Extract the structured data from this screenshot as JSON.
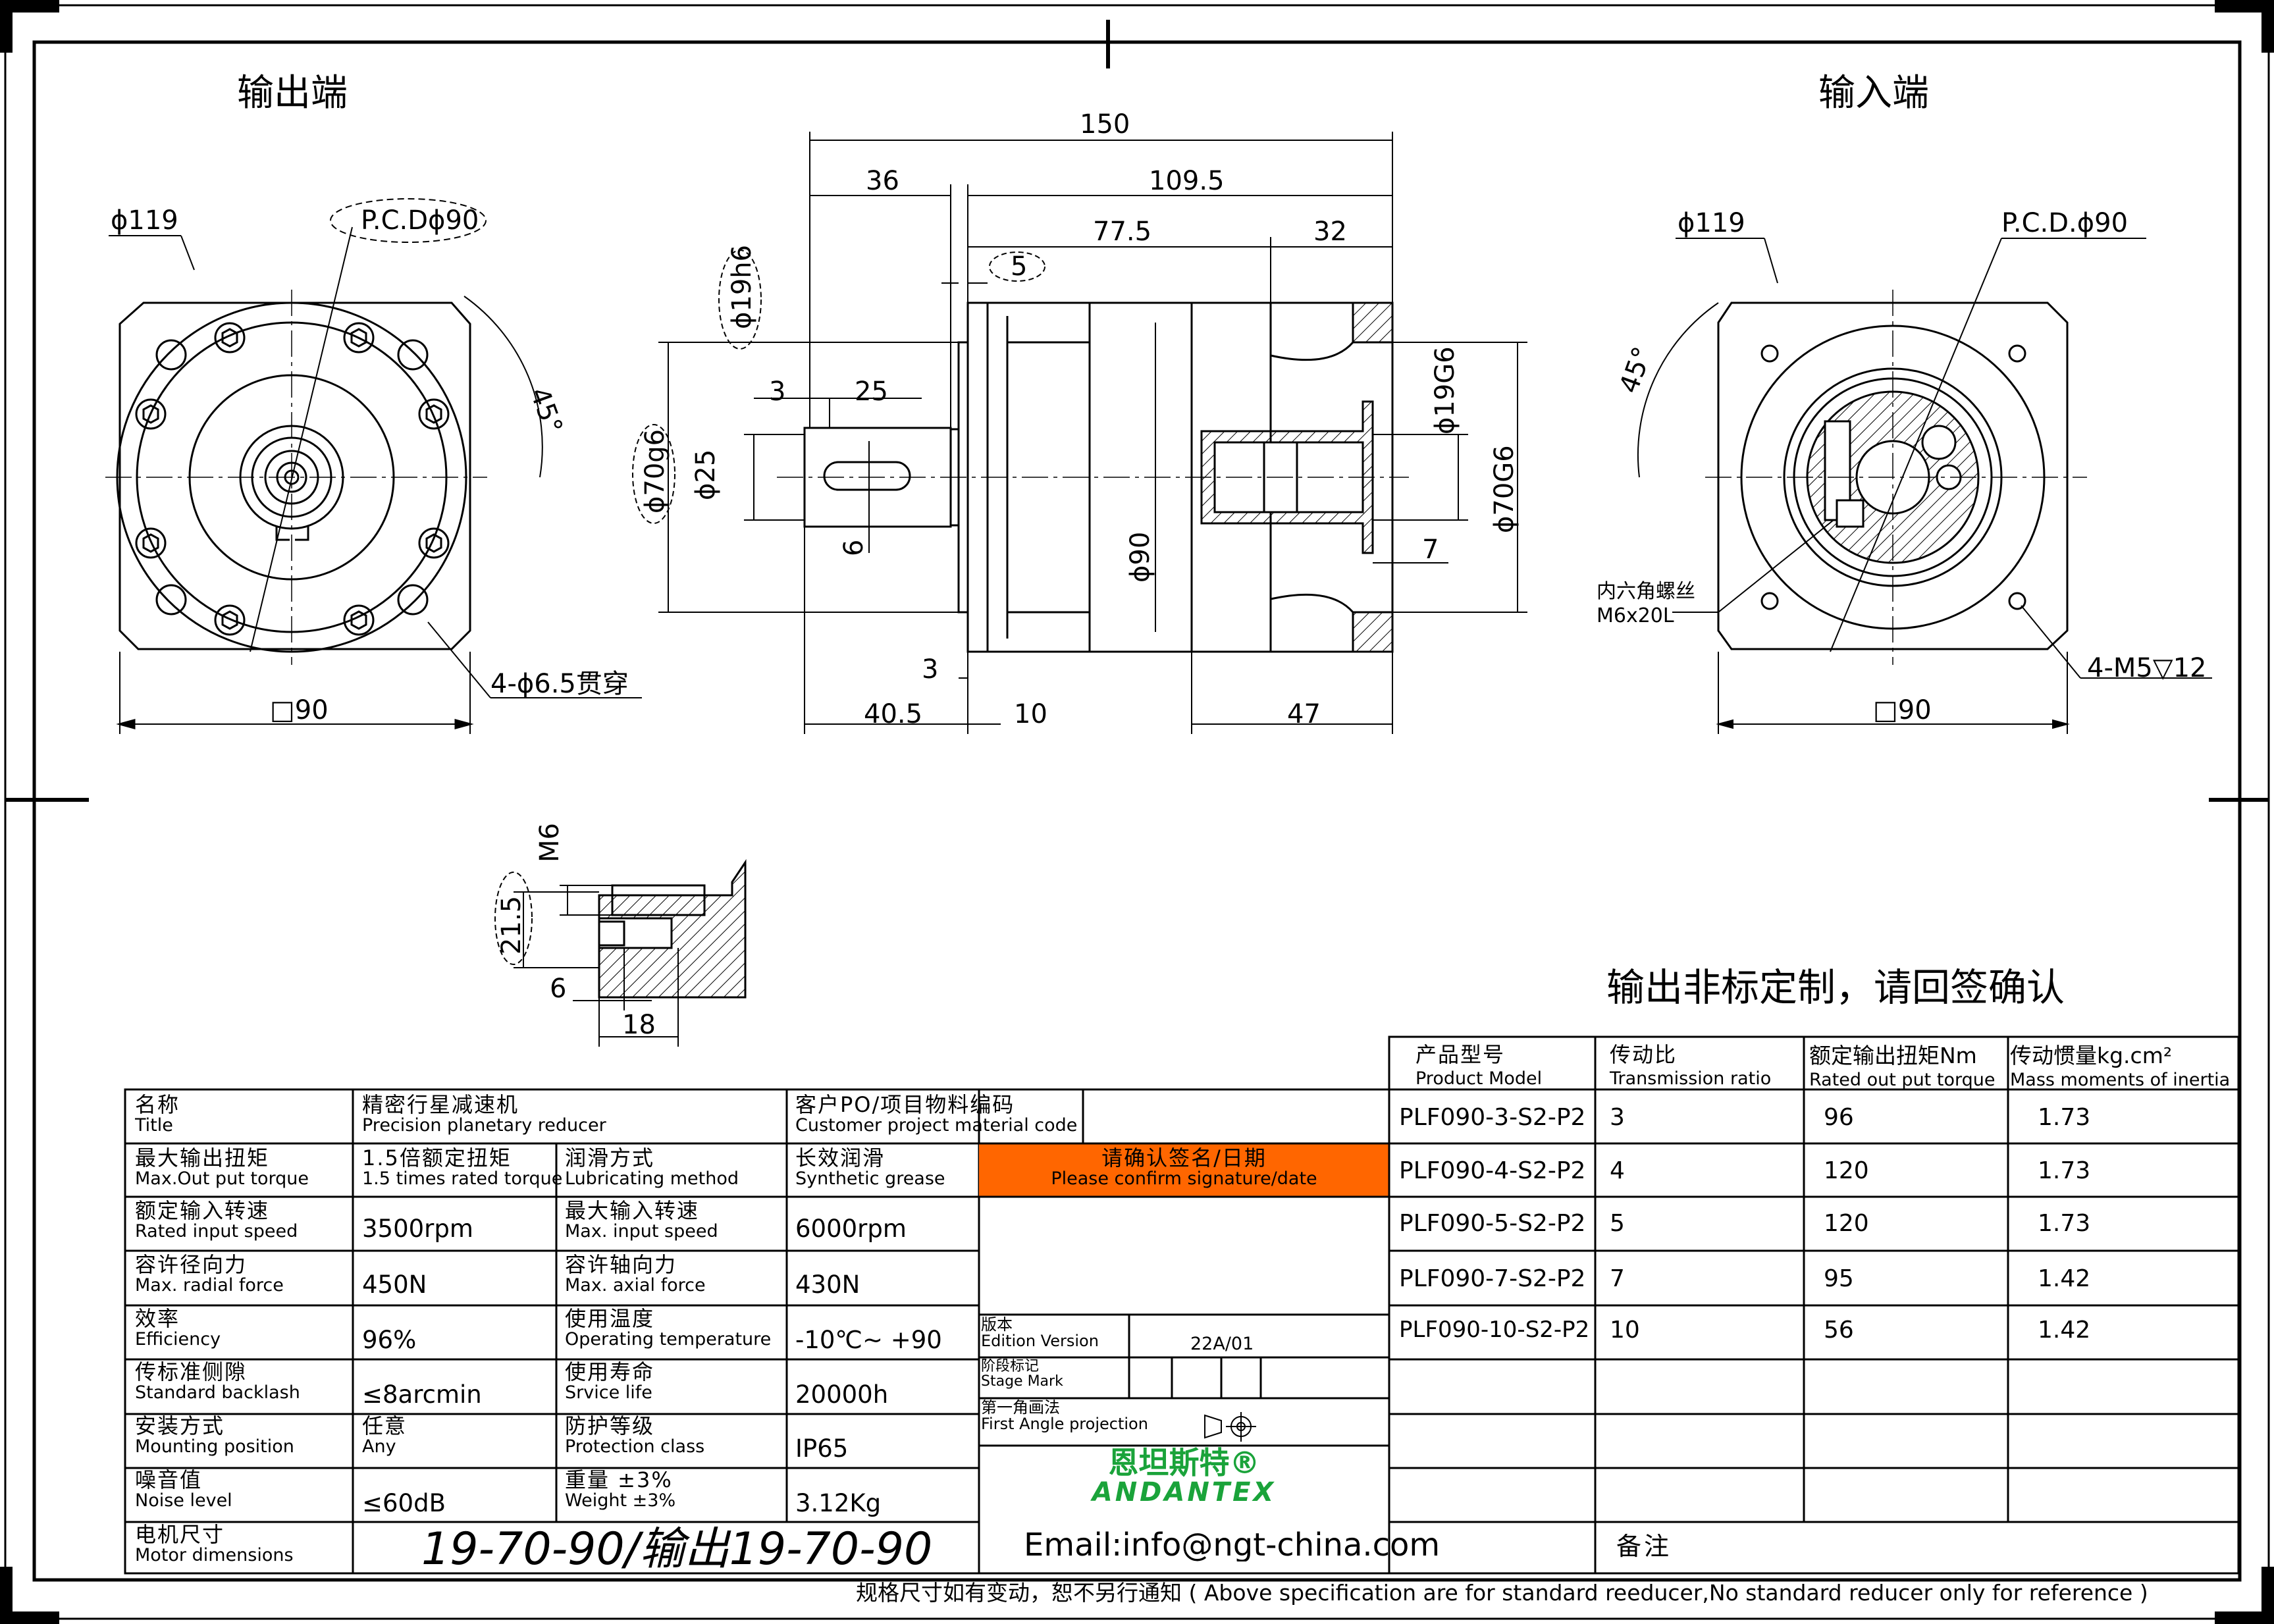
{
  "labels": {
    "output_end": "输出端",
    "input_end": "输入端",
    "custom_note": "输出非标定制，请回签确认",
    "hex_screw_cn": "内六角螺丝",
    "hex_screw_size": "M6x20L",
    "footer": "规格尺寸如有变动，恕不另行通知 ( Above specification are for standard reeducer,No standard reducer only for reference )"
  },
  "dims": {
    "left_d119": "ϕ119",
    "left_pcd": "P.C.Dϕ90",
    "left_45": "45°",
    "left_holes": "4-ϕ6.5贯穿",
    "left_sq": "□90",
    "right_d119": "ϕ119",
    "right_pcd": "P.C.D.ϕ90",
    "right_45": "45°",
    "right_holes": "4-M5▽12",
    "right_sq": "□90",
    "d150": "150",
    "d36": "36",
    "d109": "109.5",
    "d77": "77.5",
    "d32": "32",
    "d5": "5",
    "d3a": "3",
    "d25": "25",
    "d6": "6",
    "d19h6": "ϕ19h6",
    "d70g6": "ϕ70g6",
    "d25b": "ϕ25",
    "d90": "ϕ90",
    "d19G6": "ϕ19G6",
    "d70G6": "ϕ70G6",
    "d7": "7",
    "d3b": "3",
    "d40": "40.5",
    "d10": "10",
    "d47": "47",
    "dM6": "M6",
    "d215": "21.5",
    "d6b": "6",
    "d18": "18"
  },
  "specs": {
    "name_cn": "名称",
    "name_en": "Title",
    "title_cn": "精密行星减速机",
    "title_en": "Precision planetary reducer",
    "cust_cn": "客户PO/项目物料编码",
    "cust_en": "Customer project material code",
    "maxout_cn": "最大输出扭矩",
    "maxout_en": "Max.Out put torque",
    "maxout_v_cn": "1.5倍额定扭矩",
    "maxout_v_en": "1.5 times rated torque",
    "lub_cn": "润滑方式",
    "lub_en": "Lubricating method",
    "lub_v_cn": "长效润滑",
    "lub_v_en": "Synthetic grease",
    "confirm_cn": "请确认签名/日期",
    "confirm_en": "Please confirm signature/date",
    "rin_cn": "额定输入转速",
    "rin_en": "Rated input speed",
    "rin_v": "3500rpm",
    "min_cn": "最大输入转速",
    "min_en": "Max. input speed",
    "min_v": "6000rpm",
    "rad_cn": "容许径向力",
    "rad_en": "Max. radial force",
    "rad_v": "450N",
    "ax_cn": "容许轴向力",
    "ax_en": "Max. axial force",
    "ax_v": "430N",
    "eff_cn": "效率",
    "eff_en": "Efficiency",
    "eff_v": "96%",
    "temp_cn": "使用温度",
    "temp_en": "Operating temperature",
    "temp_v": "-10℃~ +90",
    "bl_cn": "传标准侧隙",
    "bl_en": "Standard backlash",
    "bl_v": "≤8arcmin",
    "life_cn": "使用寿命",
    "life_en": "Srvice life",
    "life_v": "20000h",
    "mnt_cn": "安装方式",
    "mnt_en": "Mounting position",
    "mnt_v_cn": "任意",
    "mnt_v_en": "Any",
    "prot_cn": "防护等级",
    "prot_en": "Protection class",
    "prot_v": "IP65",
    "noise_cn": "噪音值",
    "noise_en": "Noise level",
    "noise_v": "≤60dB",
    "wt_cn": "重量 ±3%",
    "wt_en": "Weight ±3%",
    "wt_v": "3.12Kg",
    "motor_cn": "电机尺寸",
    "motor_en": "Motor dimensions",
    "motor_v": "19-70-90/输出19-70-90",
    "edition_cn": "版本",
    "edition_en": "Edition Version",
    "edition_v": "22A/01",
    "stage_cn": "阶段标记",
    "stage_en": "Stage Mark",
    "proj_cn": "第一角画法",
    "proj_en": "First Angle projection",
    "brand_cn": "恩坦斯特®",
    "brand_en": "ANDANTEX",
    "email": "Email:info@ngt-china.com",
    "remark": "备注"
  },
  "models": {
    "headers": [
      {
        "cn": "产品型号",
        "en": "Product Model"
      },
      {
        "cn": "传动比",
        "en": "Transmission ratio"
      },
      {
        "cn": "额定输出扭矩Nm",
        "en": "Rated out put torque"
      },
      {
        "cn": "传动惯量kg.cm²",
        "en": "Mass moments of inertia"
      }
    ],
    "rows": [
      {
        "model": "PLF090-3-S2-P2",
        "ratio": "3",
        "torque": "96",
        "inertia": "1.73"
      },
      {
        "model": "PLF090-4-S2-P2",
        "ratio": "4",
        "torque": "120",
        "inertia": "1.73"
      },
      {
        "model": "PLF090-5-S2-P2",
        "ratio": "5",
        "torque": "120",
        "inertia": "1.73"
      },
      {
        "model": "PLF090-7-S2-P2",
        "ratio": "7",
        "torque": "95",
        "inertia": "1.42"
      },
      {
        "model": "PLF090-10-S2-P2",
        "ratio": "10",
        "torque": "56",
        "inertia": "1.42"
      }
    ]
  },
  "colors": {
    "confirm_bg": "#ff6600",
    "brand": "#1aa33a"
  }
}
